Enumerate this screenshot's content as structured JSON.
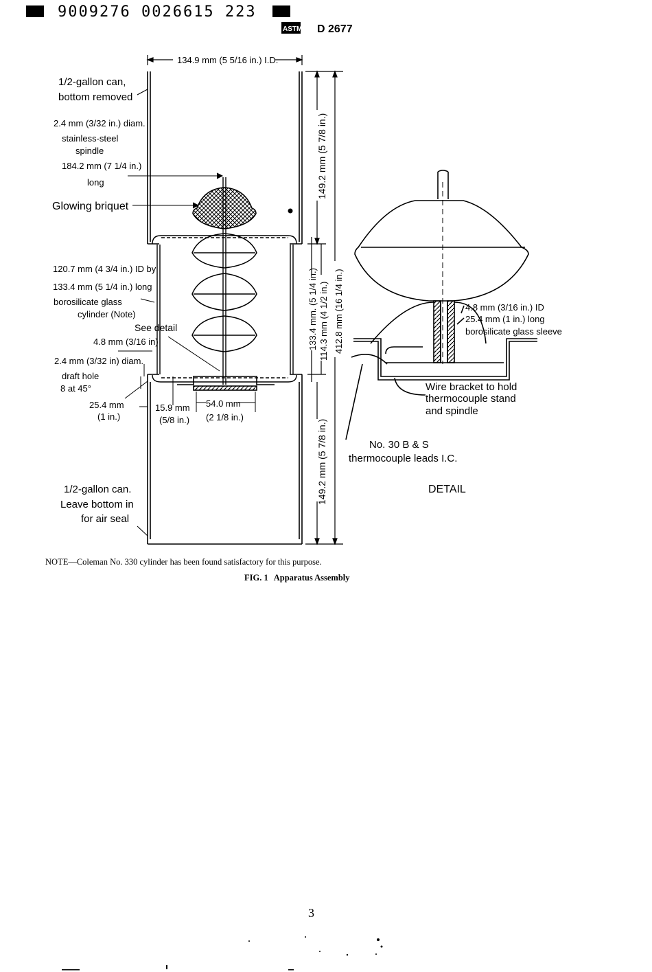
{
  "header": {
    "barcode_text": "9009276 0026615 223",
    "standard_number": "D 2677",
    "logo_text": "ASTM"
  },
  "figure": {
    "dim_top_width": "134.9 mm (5 5/16 in.) I.D.",
    "label_can_top": [
      "1/2-gallon can,",
      "bottom removed"
    ],
    "label_spindle": [
      "2.4 mm (3/32 in.) diam.",
      "stainless-steel",
      "spindle",
      "184.2 mm (7 1/4 in.)",
      "long"
    ],
    "label_briquet": "Glowing briquet",
    "label_cylinder": [
      "120.7 mm (4 3/4 in.) ID by",
      "133.4 mm (5 1/4 in.) long",
      "borosilicate glass",
      "cylinder (Note)"
    ],
    "label_see_detail": "See detail",
    "label_48mm": "4.8 mm (3/16 in)",
    "label_draft_hole": [
      "2.4 mm (3/32 in) diam.",
      "draft hole",
      "8 at 45°"
    ],
    "label_254mm": [
      "25.4 mm",
      "(1 in.)"
    ],
    "label_159mm": [
      "15.9 mm",
      "(5/8 in.)"
    ],
    "label_540mm": [
      "54.0 mm",
      "(2 1/8 in.)"
    ],
    "label_can_bottom": [
      "1/2-gallon can.",
      "Leave bottom in",
      "for air seal"
    ],
    "dim_right_top": "149.2 mm (5 7/8 in.)",
    "dim_right_mid": "133.4 mm. (5 1/4 in.)",
    "dim_right_mid2": "114.3 mm (4 1/2 in.)",
    "dim_right_total": "412.8 mm (16 1/4 in.)",
    "dim_right_bottom": "149.2 mm (5 7/8 in.)",
    "detail_sleeve": [
      "4.8 mm (3/16 in.) ID",
      "25.4 mm (1 in.) long",
      "borosilicate glass sleeve"
    ],
    "detail_bracket": [
      "Wire bracket to hold",
      "thermocouple stand",
      "and spindle"
    ],
    "detail_leads": [
      "No. 30 B & S",
      "thermocouple leads I.C."
    ],
    "detail_title": "DETAIL"
  },
  "note": {
    "prefix": "NOTE",
    "text": "—Coleman No. 330 cylinder has been found satisfactory for this purpose."
  },
  "caption": {
    "label": "FIG. 1",
    "title": "Apparatus Assembly"
  },
  "page_number": "3"
}
